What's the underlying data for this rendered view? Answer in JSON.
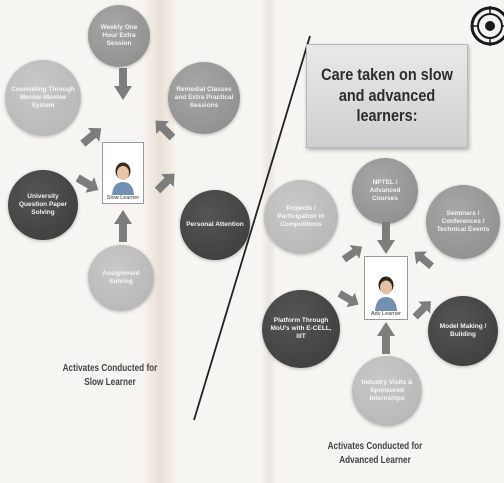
{
  "title": "Care taken on slow and advanced learners:",
  "slow_diagram": {
    "center_label": "Slow Learner",
    "caption_line1": "Activates Conducted for",
    "caption_line2": "Slow Learner",
    "bubbles": [
      "Weekly One Hour Extra Session",
      "Remedial Classes and Extra Practical Sessions",
      "Personal Attention",
      "Assignment Solving",
      "University Question Paper Solving",
      "Counseling Through Mentor-Mentee System"
    ]
  },
  "advanced_diagram": {
    "center_label": "Adv Learner",
    "caption_line1": "Activates Conducted for",
    "caption_line2": "Advanced Learner",
    "bubbles": [
      "NPTEL / Advanced Courses",
      "Seminars / Conferences / Technical Events",
      "Model Making / Building",
      "Industry Visits & Sponsored Internships",
      "Platform Through MoU's with E-CELL, IIIT",
      "Projects / Participation in Competitions"
    ]
  }
}
